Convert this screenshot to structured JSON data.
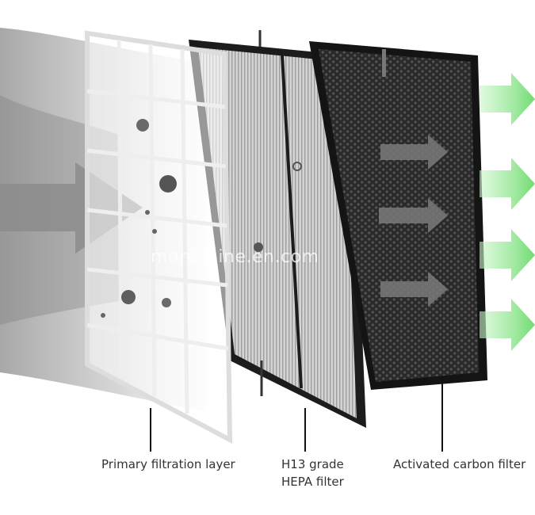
{
  "labels": {
    "primary": "Primary filtration layer",
    "hepa_line1": "H13 grade",
    "hepa_line2": "HEPA filter",
    "carbon": "Activated carbon filter"
  },
  "watermark": "moreshine.en.com",
  "colors": {
    "airflow_dirty": "#9a9a9a",
    "airflow_clean": "#7fe07f",
    "frame_dark": "#1e1e1e",
    "label_text": "#333333"
  }
}
